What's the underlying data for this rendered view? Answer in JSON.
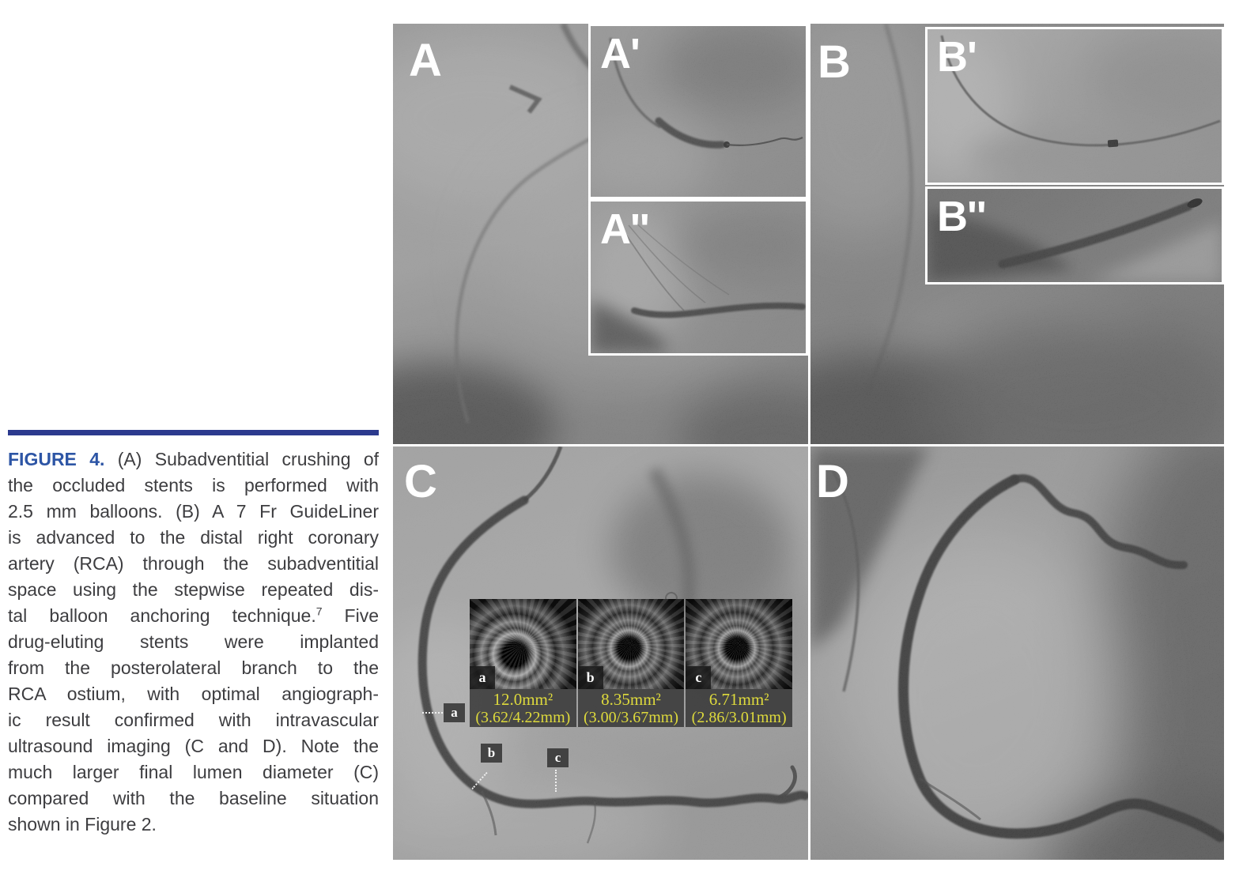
{
  "caption": {
    "label": "FIGURE 4.",
    "lines": [
      "(A) Subadventitial crushing of",
      "the occluded stents is performed with",
      "2.5 mm balloons. (B) A 7 Fr GuideLiner",
      "is advanced to the distal right coronary",
      "artery (RCA) through the subadventitial",
      "space using the stepwise repeated dis-"
    ],
    "line_sup": {
      "pre": "tal balloon anchoring technique.",
      "sup": "7",
      "post": "Five"
    },
    "lines2": [
      "drug-eluting stents were implanted",
      "from the posterolateral branch to the",
      "RCA ostium, with optimal angiograph-",
      "ic result confirmed with intravascular",
      "ultrasound imaging (C and D). Note the",
      "much larger final lumen diameter (C)",
      "compared with the baseline situation",
      "shown in Figure 2."
    ]
  },
  "panels": {
    "a": {
      "label": "A"
    },
    "a_prime": {
      "label": "A'"
    },
    "a_dprime": {
      "label": "A''"
    },
    "b": {
      "label": "B"
    },
    "b_prime": {
      "label": "B'"
    },
    "b_dprime": {
      "label": "B''"
    },
    "c": {
      "label": "C"
    },
    "d": {
      "label": "D"
    }
  },
  "ivus": {
    "frames": [
      {
        "tag": "a",
        "area": "12.0mm²",
        "diameters": "(3.62/4.22mm)"
      },
      {
        "tag": "b",
        "area": "8.35mm²",
        "diameters": "(3.00/3.67mm)"
      },
      {
        "tag": "c",
        "area": "6.71mm²",
        "diameters": "(2.86/3.01mm)"
      }
    ]
  },
  "markers": [
    {
      "tag": "a"
    },
    {
      "tag": "b"
    },
    {
      "tag": "c"
    }
  ],
  "colors": {
    "caption_rule": "#2c3a8e",
    "figure_label_blue": "#2d55a5",
    "ivus_text_yellow": "#deda3c"
  }
}
